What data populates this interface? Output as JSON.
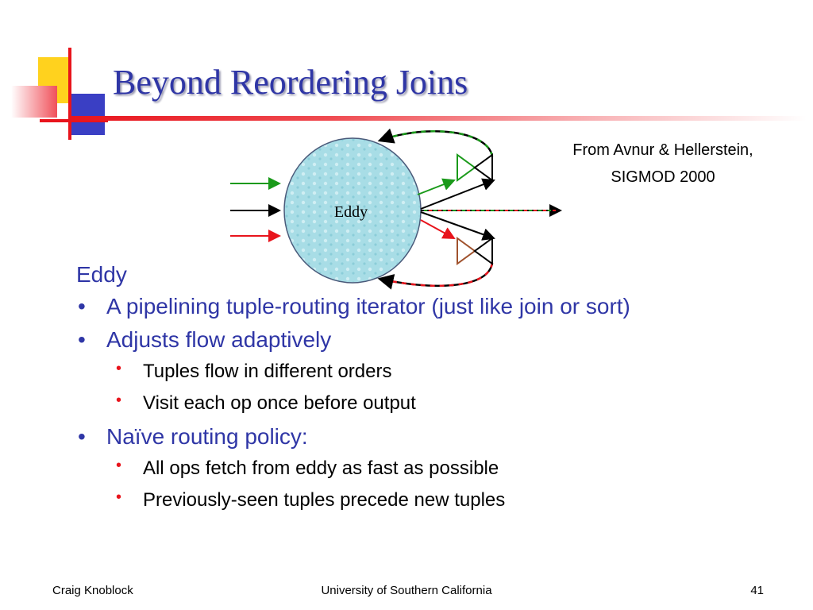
{
  "slide": {
    "title": "Beyond Reordering Joins",
    "citation": {
      "line1": "From Avnur & Hellerstein,",
      "line2": "SIGMOD 2000"
    },
    "diagram": {
      "eddy_label": "Eddy"
    },
    "heading": "Eddy",
    "bullets": [
      {
        "text": "A pipelining tuple-routing iterator (just like join or sort)",
        "sub": []
      },
      {
        "text": "Adjusts flow adaptively",
        "sub": [
          "Tuples flow in different orders",
          "Visit each op once before output"
        ]
      },
      {
        "text": "Naïve routing policy:",
        "sub": [
          "All ops fetch from eddy as fast as possible",
          "Previously-seen tuples precede new tuples"
        ]
      }
    ],
    "bullet_glyph": "•"
  },
  "footer": {
    "author": "Craig Knoblock",
    "institution": "University of Southern California",
    "page": "41"
  },
  "colors": {
    "title": "#2f36a6",
    "accent": "#e8141c",
    "eddy_fill": "#a8dde6",
    "green": "#1a9a1a",
    "brown": "#a0522d"
  }
}
